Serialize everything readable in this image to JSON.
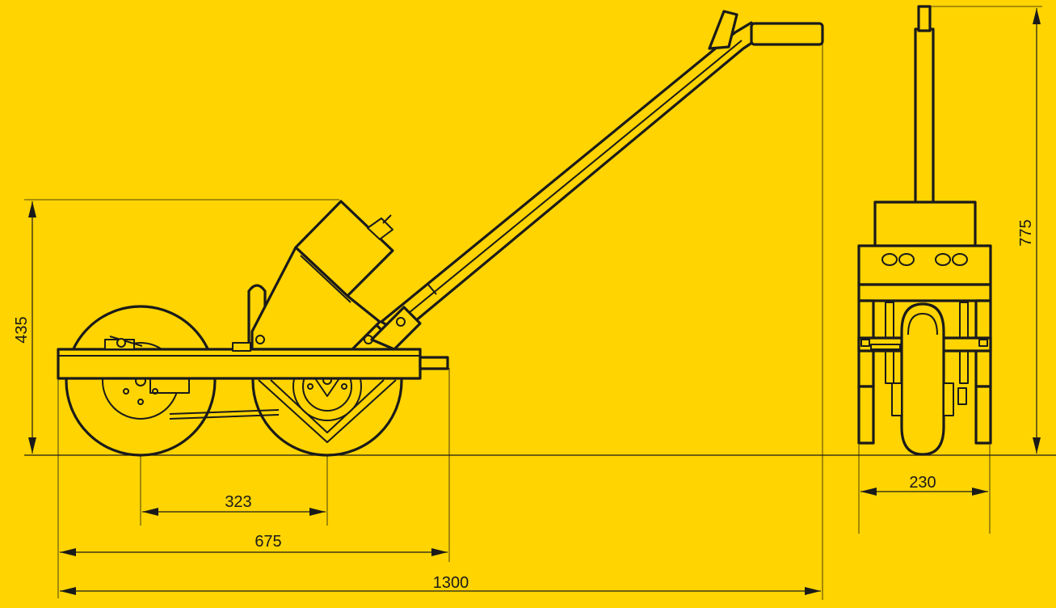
{
  "colors": {
    "background": "#FFD400",
    "line": "#1a1a1a",
    "fill": "#FFD400"
  },
  "dimensions": {
    "height_side": "435",
    "height_front": "775",
    "wheel_spacing": "323",
    "frame_length": "675",
    "total_length": "1300",
    "width_front": "230"
  }
}
